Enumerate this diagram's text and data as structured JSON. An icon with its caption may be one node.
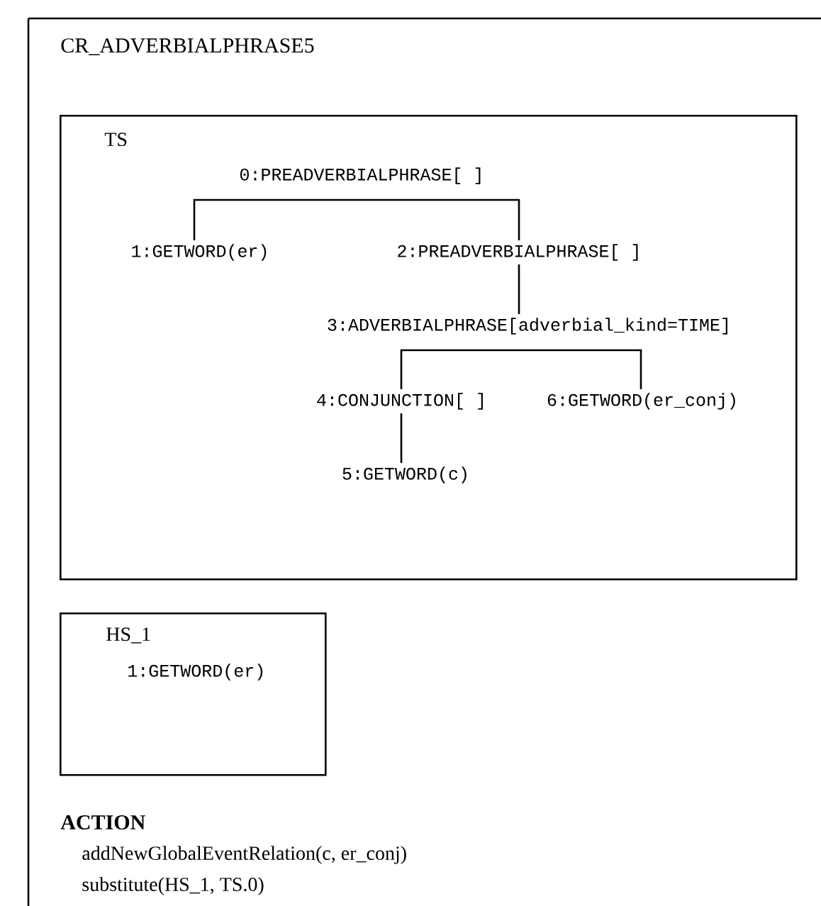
{
  "diagram": {
    "title": "CR_ADVERBIALPHRASE5",
    "nodes": [
      {
        "text": [
          "TS"
        ]
      },
      {
        "text": [
          "0:PREADVERBIALPHRASE[ ]"
        ],
        "in": 0
      },
      {
        "text": [
          "1:GETWORD(er)"
        ],
        "in": 0
      },
      {
        "text": [
          "2:PREADVERBIALPHRASE[ ]"
        ],
        "in": 0
      },
      {
        "text": [
          "3:ADVERBIALPHRASE[adverbial_kind=TIME]"
        ],
        "in": 0
      },
      {
        "text": [
          "4:CONJUNCTION[ ]"
        ],
        "in": 0
      },
      {
        "text": [
          "6:GETWORD(er_conj)"
        ],
        "in": 0
      },
      {
        "text": [
          "5:GETWORD(c)"
        ],
        "in": 0
      },
      {
        "text": [
          "HS_1"
        ]
      },
      {
        "text": [
          "1:GETWORD(er)"
        ],
        "in": 8
      }
    ],
    "edges": [
      {
        "from": 1,
        "to": 2,
        "arrow": "none"
      },
      {
        "from": 1,
        "to": 3,
        "arrow": "none"
      },
      {
        "from": 3,
        "to": 4,
        "arrow": "none"
      },
      {
        "from": 4,
        "to": 5,
        "arrow": "none"
      },
      {
        "from": 4,
        "to": 6,
        "arrow": "none"
      },
      {
        "from": 5,
        "to": 7,
        "arrow": "none"
      }
    ],
    "labels": [
      "ACTION",
      "addNewGlobalEventRelation(c, er_conj)",
      "substitute(HS_1, TS.0)"
    ]
  }
}
